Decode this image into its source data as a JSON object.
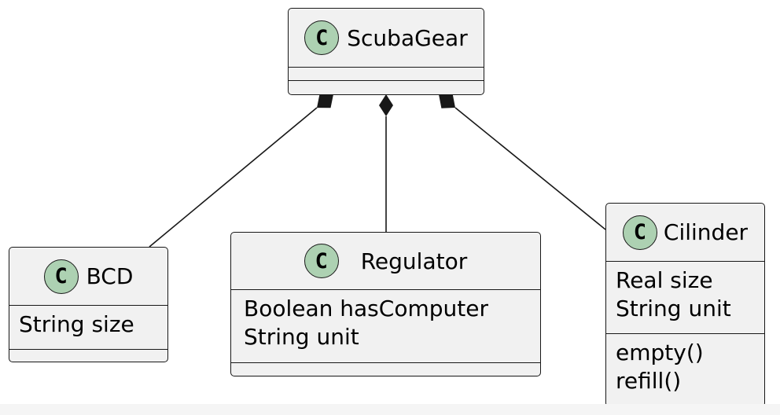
{
  "diagram": {
    "classes": {
      "scubagear": {
        "stereotype": "C",
        "name": "ScubaGear",
        "attributes": [],
        "methods": []
      },
      "bcd": {
        "stereotype": "C",
        "name": "BCD",
        "attributes": [
          "String size"
        ],
        "methods": []
      },
      "regulator": {
        "stereotype": "C",
        "name": "Regulator",
        "attributes": [
          "Boolean hasComputer",
          "String unit"
        ],
        "methods": []
      },
      "cilinder": {
        "stereotype": "C",
        "name": "Cilinder",
        "attributes": [
          "Real size",
          "String unit"
        ],
        "methods": [
          "empty()",
          "refill()"
        ]
      }
    },
    "relations": [
      {
        "type": "composition",
        "whole": "ScubaGear",
        "part": "BCD"
      },
      {
        "type": "composition",
        "whole": "ScubaGear",
        "part": "Regulator"
      },
      {
        "type": "composition",
        "whole": "ScubaGear",
        "part": "Cilinder"
      }
    ],
    "colors": {
      "class_fill": "#f1f1f1",
      "border": "#181818",
      "stereotype_badge": "#add1b2",
      "line": "#181818"
    }
  }
}
